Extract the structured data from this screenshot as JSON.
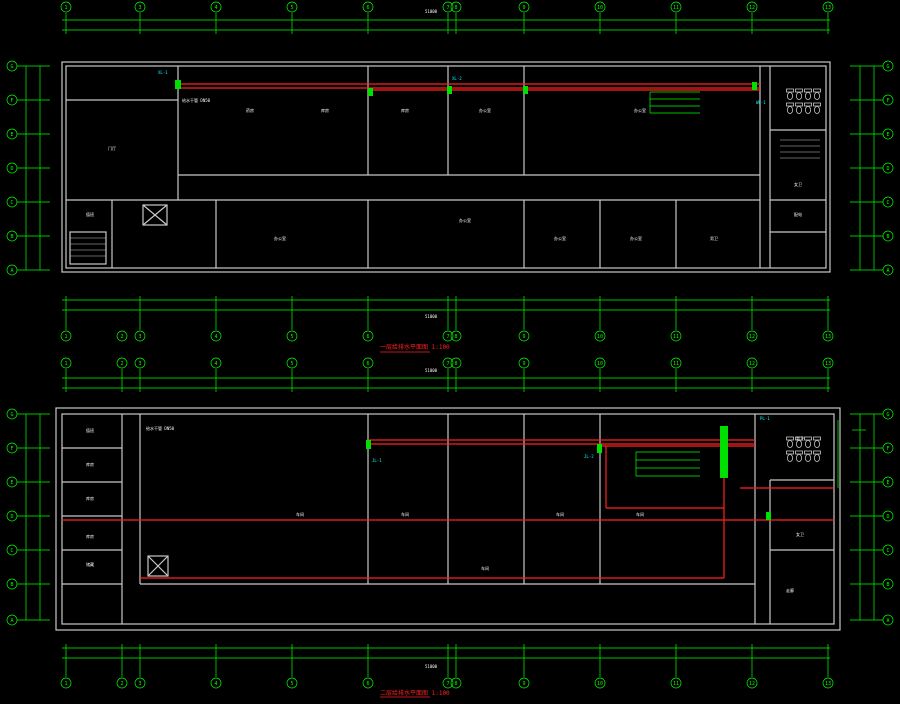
{
  "colors": {
    "background": "#000000",
    "grid": "#00ff00",
    "wall": "#c8c8c8",
    "pipe": "#ff2020",
    "equipment": "#00e000",
    "note": "#00ffff",
    "title": "#ff2020"
  },
  "axes": {
    "columns": [
      "1",
      "2",
      "3",
      "4",
      "5",
      "6",
      "7",
      "8",
      "9",
      "10",
      "11",
      "12",
      "13"
    ],
    "rows": [
      "G",
      "F",
      "E",
      "D",
      "C",
      "B",
      "A"
    ]
  },
  "plan1": {
    "title": "一层给排水平面图 1:100",
    "overall_dimension": "51000",
    "rooms": [
      "值班",
      "门厅",
      "药房",
      "库房",
      "库房",
      "办公室",
      "办公室",
      "办公室",
      "办公室",
      "办公室",
      "办公室",
      "男卫",
      "女卫",
      "配电"
    ],
    "labels": [
      "给水干管 DN50",
      "XL-1",
      "XL-2",
      "WL-1"
    ]
  },
  "plan2": {
    "title": "二层给排水平面图 1:100",
    "overall_dimension": "51000",
    "rooms": [
      "值班",
      "库房",
      "库房",
      "库房",
      "储藏",
      "车间",
      "车间",
      "车间",
      "车间",
      "车间",
      "男卫",
      "女卫",
      "走廊"
    ],
    "labels": [
      "给水干管 DN50",
      "JL-1",
      "JL-2",
      "PL-1"
    ]
  }
}
